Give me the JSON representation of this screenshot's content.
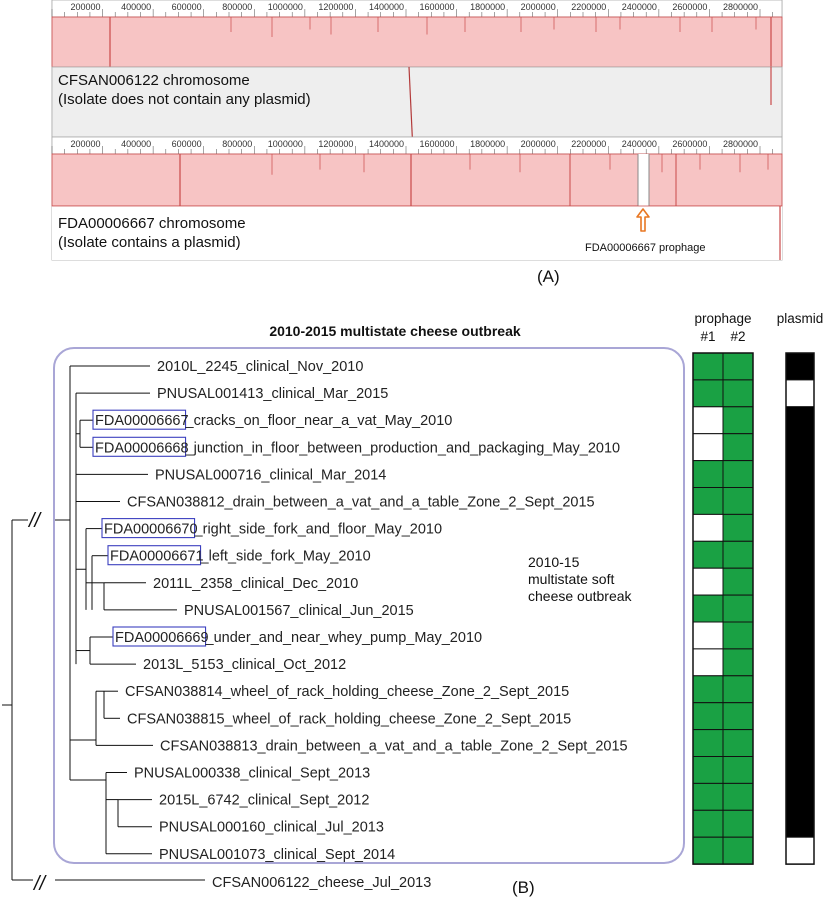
{
  "panel_a": {
    "label": "(A)",
    "ticks": [
      "200000",
      "400000",
      "600000",
      "800000",
      "1000000",
      "1200000",
      "1400000",
      "1600000",
      "1800000",
      "2000000",
      "2200000",
      "2400000",
      "2600000",
      "2800000"
    ],
    "track1": {
      "name": "CFSAN006122 chromosome",
      "note": "(Isolate does not contain any plasmid)"
    },
    "track2": {
      "name": "FDA00006667 chromosome",
      "note": "(Isolate contains a plasmid)",
      "prophage_label": "FDA00006667 prophage"
    }
  },
  "panel_b": {
    "label": "(B)",
    "title": "2010-2015 multistate cheese outbreak",
    "prophage_header": "prophage",
    "prophage_col1": "#1",
    "prophage_col2": "#2",
    "plasmid_header": "plasmid",
    "annotation": [
      "2010-15",
      "multistate soft",
      "cheese outbreak"
    ],
    "break_mark": "//",
    "colors": {
      "present": "#1aa144",
      "absent": "#ffffff",
      "plasmid": "#000000",
      "box": "#a9a6d6",
      "highlight": "#3b3fbf"
    },
    "leaves": [
      {
        "id": "",
        "text": "2010L_2245_clinical_Nov_2010"
      },
      {
        "id": "",
        "text": "PNUSAL001413_clinical_Mar_2015"
      },
      {
        "id": "FDA00006667",
        "text": "_cracks_on_floor_near_a_vat_May_2010"
      },
      {
        "id": "FDA00006668",
        "text": "_junction_in_floor_between_production_and_packaging_May_2010"
      },
      {
        "id": "",
        "text": "PNUSAL000716_clinical_Mar_2014"
      },
      {
        "id": "",
        "text": "CFSAN038812_drain_between_a_vat_and_a_table_Zone_2_Sept_2015"
      },
      {
        "id": "FDA00006670",
        "text": "_right_side_fork_and_floor_May_2010"
      },
      {
        "id": "FDA00006671",
        "text": "_left_side_fork_May_2010"
      },
      {
        "id": "",
        "text": "2011L_2358_clinical_Dec_2010"
      },
      {
        "id": "",
        "text": "PNUSAL001567_clinical_Jun_2015"
      },
      {
        "id": "FDA00006669",
        "text": "_under_and_near_whey_pump_May_2010"
      },
      {
        "id": "",
        "text": "2013L_5153_clinical_Oct_2012"
      },
      {
        "id": "",
        "text": "CFSAN038814_wheel_of_rack_holding_cheese_Zone_2_Sept_2015"
      },
      {
        "id": "",
        "text": "CFSAN038815_wheel_of_rack_holding_cheese_Zone_2_Sept_2015"
      },
      {
        "id": "",
        "text": "CFSAN038813_drain_between_a_vat_and_a_table_Zone_2_Sept_2015"
      },
      {
        "id": "",
        "text": "PNUSAL000338_clinical_Sept_2013"
      },
      {
        "id": "",
        "text": "2015L_6742_clinical_Sept_2012"
      },
      {
        "id": "",
        "text": "PNUSAL000160_clinical_Jul_2013"
      },
      {
        "id": "",
        "text": "PNUSAL001073_clinical_Sept_2014"
      }
    ],
    "outgroup": "CFSAN006122_cheese_Jul_2013",
    "prophage1": [
      1,
      1,
      0,
      0,
      1,
      1,
      0,
      1,
      0,
      1,
      0,
      0,
      1,
      1,
      1,
      1,
      1,
      1,
      1
    ],
    "prophage2": [
      1,
      1,
      1,
      1,
      1,
      1,
      1,
      1,
      1,
      1,
      1,
      1,
      1,
      1,
      1,
      1,
      1,
      1,
      1
    ],
    "plasmid": [
      1,
      0,
      1,
      1,
      1,
      1,
      1,
      1,
      1,
      1,
      1,
      1,
      1,
      1,
      1,
      1,
      1,
      1,
      0
    ]
  }
}
